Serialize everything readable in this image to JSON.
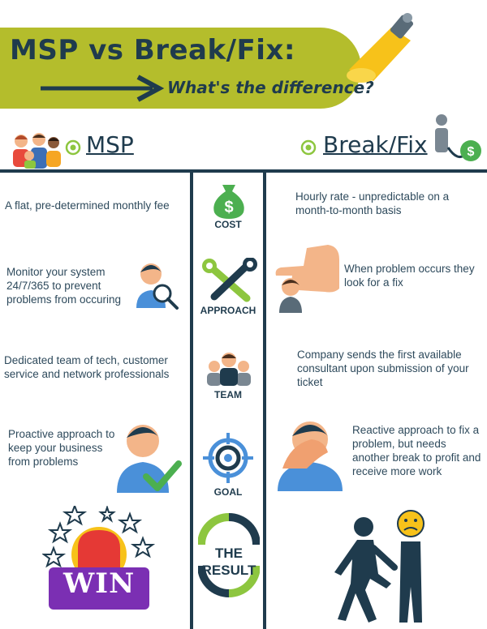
{
  "header": {
    "title": "MSP vs Break/Fix:",
    "subtitle": "What's the difference?"
  },
  "columns": {
    "left_heading": "MSP",
    "right_heading": "Break/Fix"
  },
  "rows": [
    {
      "category": "COST",
      "msp": "A flat, pre-determined monthly fee",
      "breakfix": "Hourly rate - unpredictable on a month-to-month basis"
    },
    {
      "category": "APPROACH",
      "msp": "Monitor your system 24/7/365 to prevent problems from occuring",
      "breakfix": "When problem occurs they look for a fix"
    },
    {
      "category": "TEAM",
      "msp": "Dedicated team of tech, customer service  and network professionals",
      "breakfix": "Company sends the first available consultant upon submission of your ticket"
    },
    {
      "category": "GOAL",
      "msp": "Proactive approach to keep your business from problems",
      "breakfix": "Reactive approach to fix a problem, but needs another break to profit and receive more work"
    }
  ],
  "result": {
    "label": "THE RESULT",
    "win_text": "WIN"
  },
  "icons": [
    "spotlight-icon",
    "arrow-right-icon",
    "family-icon",
    "target-bullet-icon",
    "money-bag-icon",
    "wrench-screwdriver-icon",
    "team-icon",
    "target-icon",
    "magnifier-person-icon",
    "pointing-hand-icon",
    "checkmark-person-icon",
    "facepalm-person-icon",
    "siren-win-icon",
    "stars-icon",
    "walking-man-icon",
    "sad-man-icon",
    "person-money-icon"
  ],
  "colors": {
    "banner": "#b4bd2c",
    "navy": "#1f3b4d",
    "accent_green": "#8dc63f",
    "accent_orange": "#f6a623"
  }
}
